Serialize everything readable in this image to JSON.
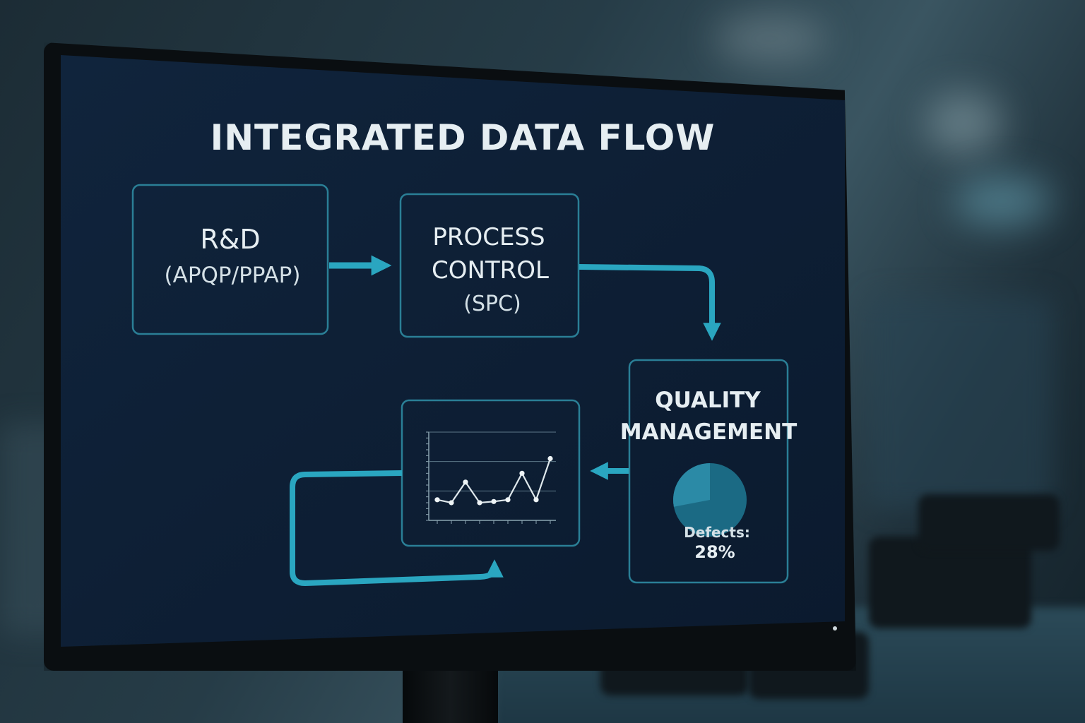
{
  "title": "INTEGRATED DATA FLOW",
  "nodes": {
    "rd": {
      "line1": "R&D",
      "line2": "(APQP/PPAP)"
    },
    "process": {
      "line1": "PROCESS",
      "line2": "CONTROL",
      "line3": "(SPC)"
    },
    "quality": {
      "line1": "QUALITY",
      "line2": "MANAGEMENT"
    }
  },
  "pie": {
    "label": "Defects:",
    "value_text": "28%",
    "defect_fraction": 0.28
  },
  "colors": {
    "accent": "#2aa6c0",
    "box_stroke": "#2a7f96",
    "screen": "#0f2138",
    "text": "#e6eef2"
  },
  "chart_data": {
    "type": "line",
    "x": [
      1,
      2,
      3,
      4,
      5,
      6,
      7,
      8,
      9
    ],
    "series": [
      {
        "values": [
          0.35,
          0.3,
          0.65,
          0.3,
          0.32,
          0.35,
          0.8,
          0.35,
          1.05
        ]
      }
    ],
    "ylim": [
      0,
      1.5
    ],
    "grid": true
  }
}
